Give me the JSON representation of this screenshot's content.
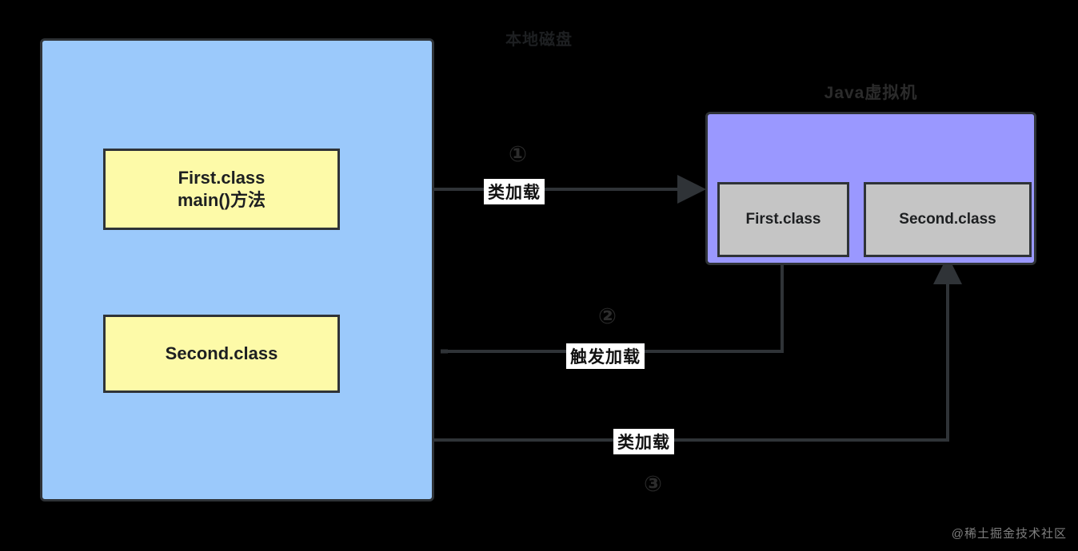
{
  "diagram": {
    "title_local_disk": "本地磁盘",
    "title_jvm": "Java虚拟机",
    "colors": {
      "background": "#000000",
      "disk_fill": "#9BC9FB",
      "jvm_fill": "#9A98FF",
      "class_file_fill": "#FDFAA8",
      "loaded_class_fill": "#C5C5C5",
      "stroke": "#2F3337",
      "label_bg": "#FFFFFF"
    },
    "disk_nodes": [
      {
        "id": "first-disk",
        "label": "First.class\nmain()方法"
      },
      {
        "id": "second-disk",
        "label": "Second.class"
      }
    ],
    "jvm_nodes": [
      {
        "id": "first-jvm",
        "label": "First.class"
      },
      {
        "id": "second-jvm",
        "label": "Second.class"
      }
    ],
    "edges": [
      {
        "id": "load1",
        "label": "类加载",
        "step": "①",
        "from": "First.class main()方法 (本地磁盘)",
        "to": "Java虚拟机",
        "style": "solid",
        "arrow": "end"
      },
      {
        "id": "trigger",
        "label": "触发加载",
        "step": "②",
        "from": "First.class (Java虚拟机)",
        "to": "Second.class (本地磁盘)",
        "style": "dashed",
        "arrow": "end"
      },
      {
        "id": "load2",
        "label": "类加载",
        "step": "③",
        "from": "Second.class (本地磁盘)",
        "to": "Second.class (Java虚拟机)",
        "style": "solid",
        "arrow": "end"
      }
    ],
    "watermark": "@稀土掘金技术社区"
  }
}
